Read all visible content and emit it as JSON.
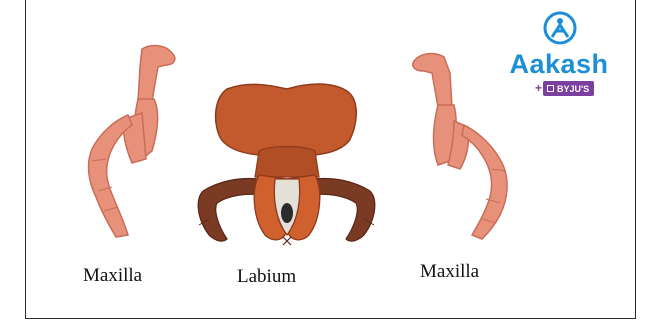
{
  "labels": {
    "maxilla_left": "Maxilla",
    "labium": "Labium",
    "maxilla_right": "Maxilla"
  },
  "logo": {
    "wordmark": "Aakash",
    "badge": "BYJU'S",
    "badge_prefix": "+"
  },
  "colors": {
    "maxilla": "#e8917a",
    "maxilla_dark": "#c86d58",
    "labium_body": "#c25a2e",
    "labium_dark": "#8e3a1c",
    "palp": "#7a3a24",
    "logo_blue": "#1d8fd6",
    "logo_purple": "#7b3fa0"
  }
}
